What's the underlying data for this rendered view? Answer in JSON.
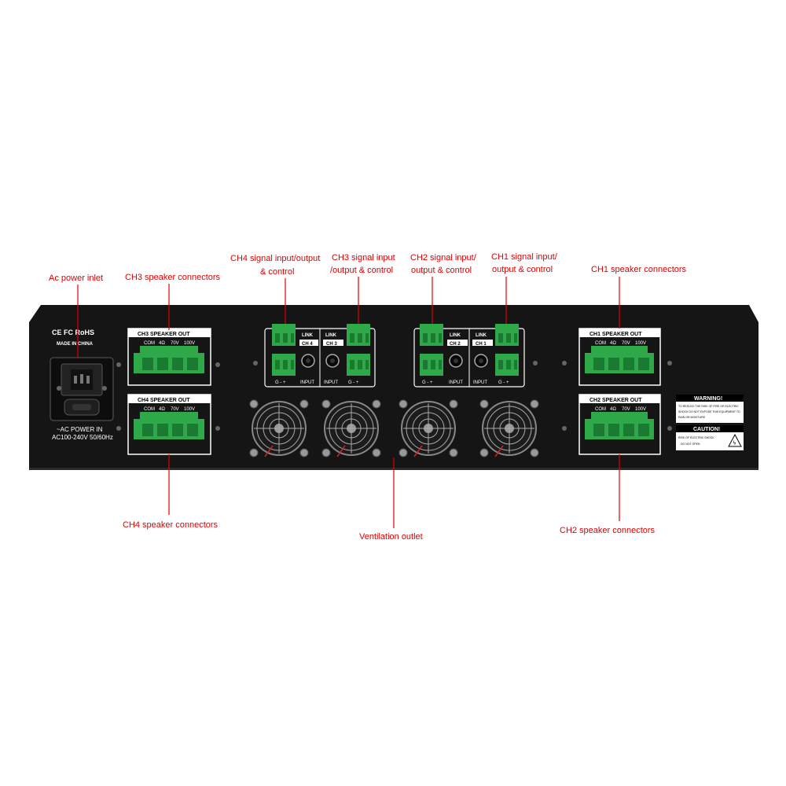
{
  "colors": {
    "callout": "#e00000",
    "chassis": "#151515",
    "connector_green": "#2fa84a",
    "panel_white": "#ffffff"
  },
  "callouts": {
    "ac_power_inlet": "Ac power inlet",
    "ch3_speaker": "CH3 speaker connectors",
    "ch4_signal": [
      "CH4 signal input/output",
      "& control"
    ],
    "ch3_signal": [
      "CH3 signal input",
      "/output & control"
    ],
    "ch2_signal": [
      "CH2 signal input/",
      "output & control"
    ],
    "ch1_signal": [
      "CH1 signal input/",
      "output & control"
    ],
    "ch1_speaker": "CH1 speaker connectors",
    "ch4_speaker": "CH4 speaker connectors",
    "ventilation": "Ventilation outlet",
    "ch2_speaker": "CH2 speaker connectors"
  },
  "panel": {
    "certs": "CE FC RoHS",
    "made_in": "MADE IN CHINA",
    "power_label": [
      "~AC POWER IN",
      "AC100-240V 50/60Hz"
    ],
    "speaker_out": {
      "ch3": "CH3 SPEAKER OUT",
      "ch4": "CH4 SPEAKER OUT",
      "ch1": "CH1 SPEAKER OUT",
      "ch2": "CH2 SPEAKER OUT"
    },
    "terminal_labels": [
      "COM",
      "4Ω",
      "70V",
      "100V"
    ],
    "link": "LINK",
    "input": "INPUT",
    "channels": [
      "CH 4",
      "CH 3",
      "CH 2",
      "CH 1"
    ],
    "pins": "G  -  +",
    "warning_title": "WARNING!",
    "warning_text": [
      "TO REDUCE THE RISK OF FIRE OR ELECTRIC",
      "SHOCK DO NOT EXPOSE THIS EQUIPMENT TO",
      "RAIN OR MOISTURE"
    ],
    "caution_title": "CAUTION!",
    "caution_text": [
      "RISK OF ELECTRIC SHOCK",
      "DO NOT OPEN"
    ]
  }
}
